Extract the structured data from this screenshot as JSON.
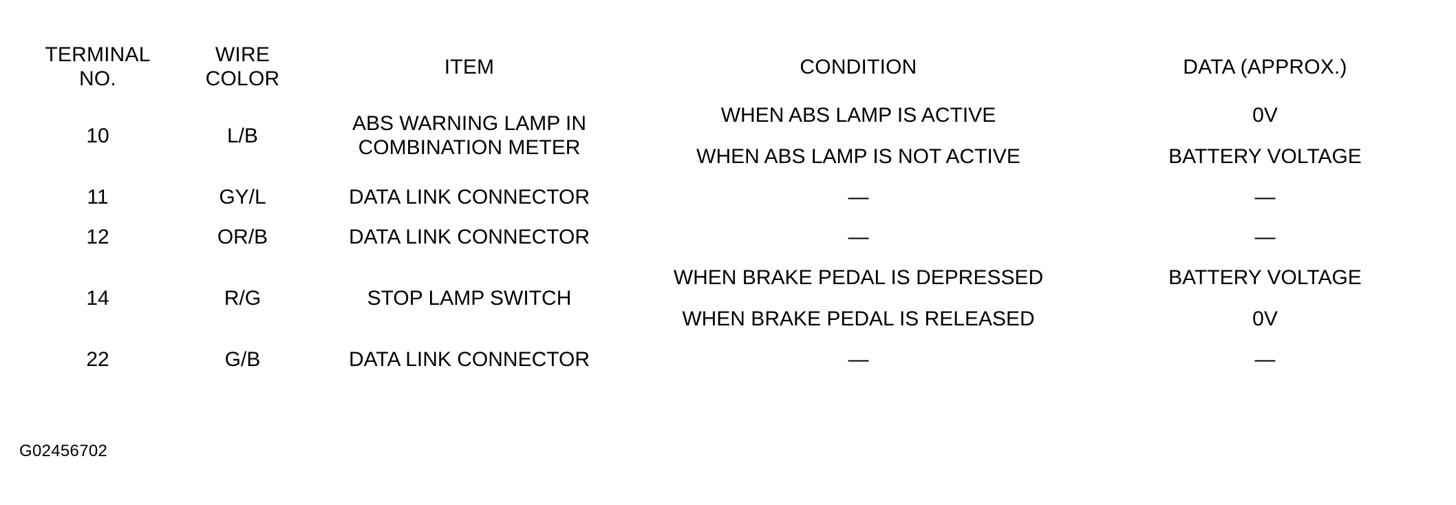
{
  "table": {
    "headers": [
      {
        "lines": [
          "TERMINAL",
          "NO."
        ]
      },
      {
        "lines": [
          "WIRE",
          "COLOR"
        ]
      },
      {
        "lines": [
          "ITEM"
        ]
      },
      {
        "lines": [
          "CONDITION"
        ]
      },
      {
        "lines": [
          "DATA (APPROX.)"
        ]
      }
    ],
    "rows": [
      {
        "terminal": "10",
        "wire": "L/B",
        "item_lines": [
          "ABS WARNING LAMP IN",
          "COMBINATION METER"
        ],
        "entries": [
          {
            "condition": "WHEN ABS LAMP IS ACTIVE",
            "data": "0V"
          },
          {
            "condition": "WHEN ABS LAMP IS NOT ACTIVE",
            "data": "BATTERY VOLTAGE"
          }
        ]
      },
      {
        "terminal": "11",
        "wire": "GY/L",
        "item_lines": [
          "DATA LINK CONNECTOR"
        ],
        "entries": [
          {
            "condition": "—",
            "data": "—"
          }
        ]
      },
      {
        "terminal": "12",
        "wire": "OR/B",
        "item_lines": [
          "DATA LINK CONNECTOR"
        ],
        "entries": [
          {
            "condition": "—",
            "data": "—"
          }
        ]
      },
      {
        "terminal": "14",
        "wire": "R/G",
        "item_lines": [
          "STOP LAMP SWITCH"
        ],
        "entries": [
          {
            "condition": "WHEN BRAKE PEDAL IS DEPRESSED",
            "data": "BATTERY VOLTAGE"
          },
          {
            "condition": "WHEN BRAKE PEDAL IS RELEASED",
            "data": "0V"
          }
        ]
      },
      {
        "terminal": "22",
        "wire": "G/B",
        "item_lines": [
          "DATA LINK CONNECTOR"
        ],
        "entries": [
          {
            "condition": "—",
            "data": "—"
          }
        ]
      }
    ]
  },
  "figure_code": "G02456702",
  "colors": {
    "rule": "#000000",
    "text": "#000000",
    "background": "#ffffff"
  }
}
